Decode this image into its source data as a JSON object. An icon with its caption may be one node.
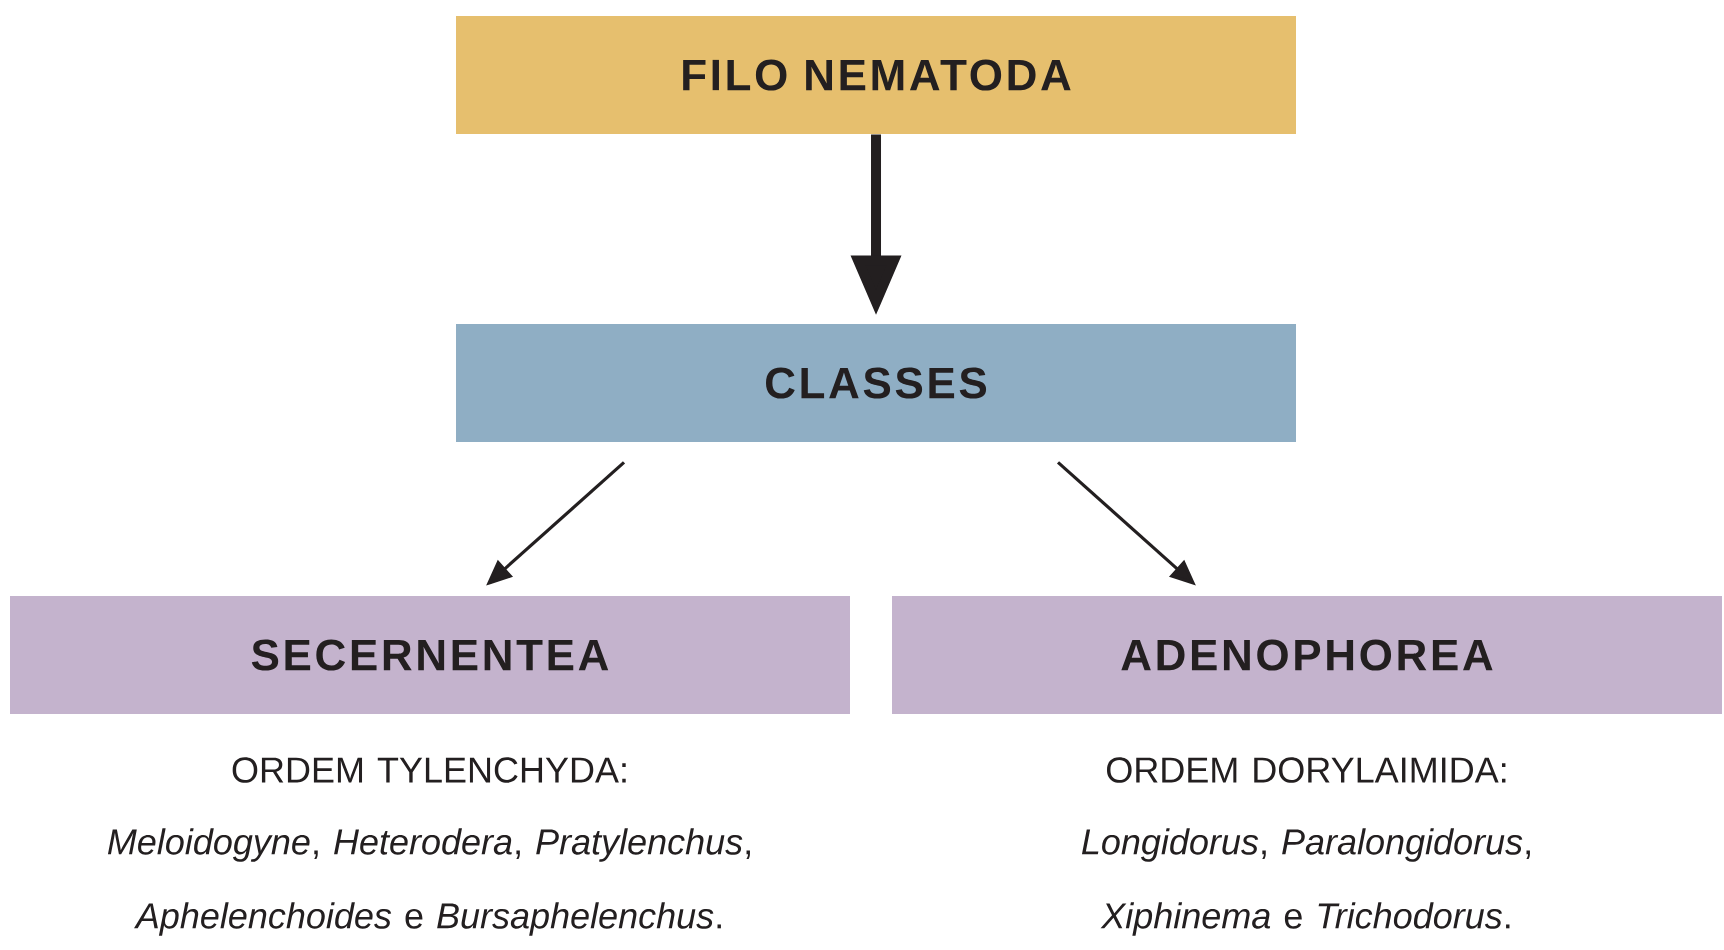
{
  "diagram": {
    "nodes": [
      {
        "text": [
          "FILO NEMATODA"
        ]
      },
      {
        "text": [
          "CLASSES"
        ]
      },
      {
        "text": [
          "SECERNENTEA"
        ],
        "beside": [
          "ORDEM TYLENCHYDA:",
          "*Meloidogyne*, *Heterodera*, *Pratylenchus*, *Aphelenchoides* e *Bursaphelenchus*."
        ]
      },
      {
        "text": [
          "ADENOPHOREA"
        ],
        "beside": [
          "ORDEM DORYLAIMIDA:",
          "*Longidorus*, *Paralongidorus*, *Xiphinema* e *Trichodorus*."
        ]
      }
    ],
    "edges": [
      {
        "from": 0,
        "to": 1,
        "arrow": "to",
        "style": "thick"
      },
      {
        "from": 1,
        "to": 2,
        "arrow": "to"
      },
      {
        "from": 1,
        "to": 3,
        "arrow": "to"
      }
    ]
  }
}
